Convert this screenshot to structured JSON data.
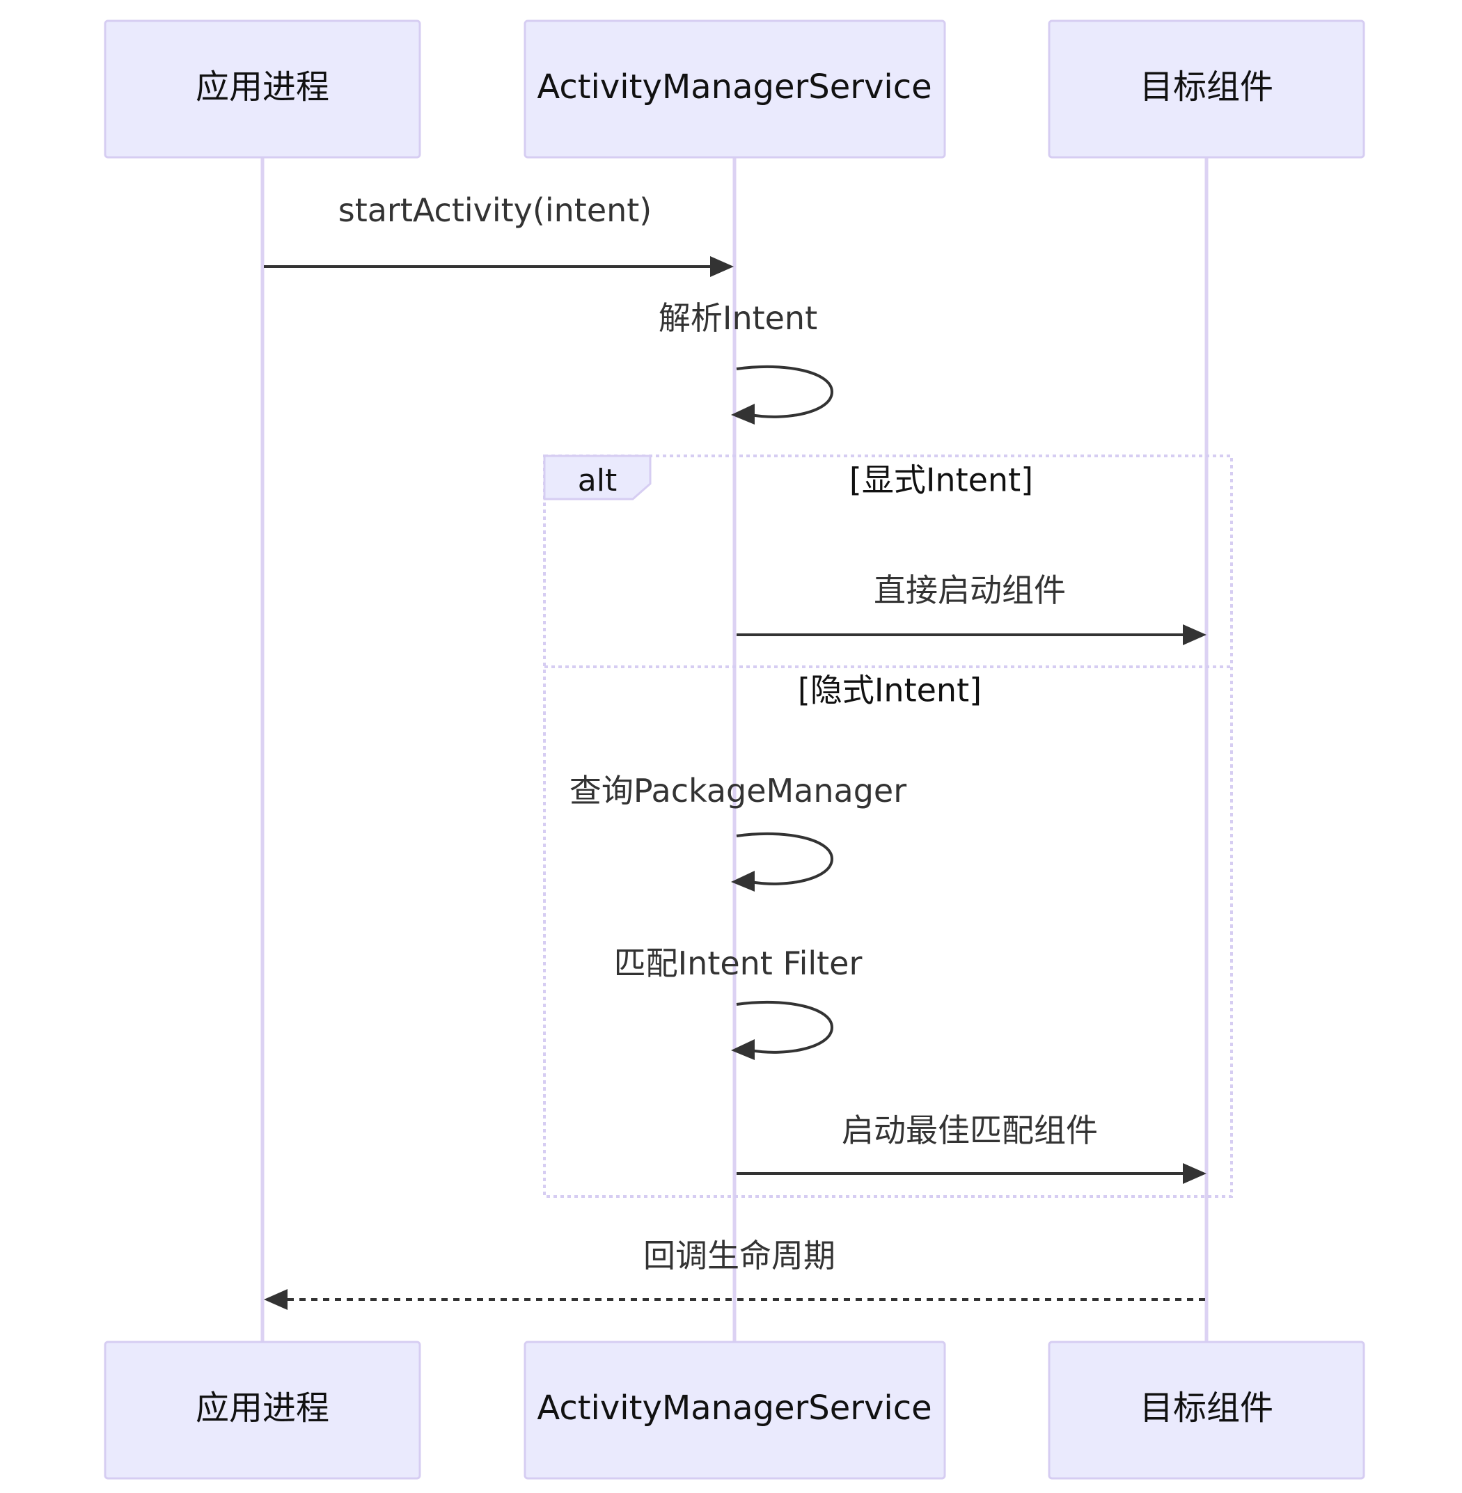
{
  "participants": [
    {
      "id": "app",
      "label": "应用进程"
    },
    {
      "id": "ams",
      "label": "ActivityManagerService"
    },
    {
      "id": "target",
      "label": "目标组件"
    }
  ],
  "messages": [
    {
      "from": "app",
      "to": "ams",
      "label": "startActivity(intent)",
      "style": "solid"
    },
    {
      "from": "ams",
      "to": "ams",
      "label": "解析Intent",
      "style": "solid"
    },
    {
      "from": "ams",
      "to": "target",
      "label": "直接启动组件",
      "style": "solid"
    },
    {
      "from": "ams",
      "to": "ams",
      "label": "查询PackageManager",
      "style": "solid"
    },
    {
      "from": "ams",
      "to": "ams",
      "label": "匹配Intent Filter",
      "style": "solid"
    },
    {
      "from": "ams",
      "to": "target",
      "label": "启动最佳匹配组件",
      "style": "solid"
    },
    {
      "from": "target",
      "to": "app",
      "label": "回调生命周期",
      "style": "dashed"
    }
  ],
  "alt_block": {
    "keyword": "alt",
    "conditions": [
      "[显式Intent]",
      "[隐式Intent]"
    ]
  },
  "colors": {
    "actor_fill": "#eaeafd",
    "actor_stroke": "#d6cdf2",
    "lifeline": "#dcd2f3",
    "message": "#333333"
  }
}
